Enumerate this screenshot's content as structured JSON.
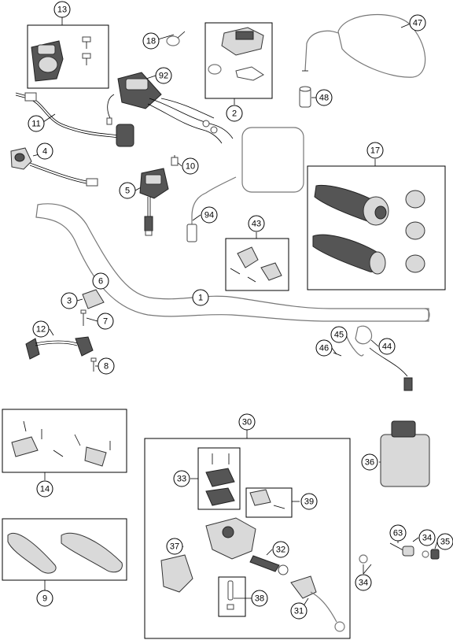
{
  "callouts": [
    {
      "id": "c13",
      "label": "13"
    },
    {
      "id": "c18",
      "label": "18"
    },
    {
      "id": "c92",
      "label": "92"
    },
    {
      "id": "c2",
      "label": "2"
    },
    {
      "id": "c47",
      "label": "47"
    },
    {
      "id": "c48",
      "label": "48"
    },
    {
      "id": "c11",
      "label": "11"
    },
    {
      "id": "c4",
      "label": "4"
    },
    {
      "id": "c10",
      "label": "10"
    },
    {
      "id": "c5",
      "label": "5"
    },
    {
      "id": "c94",
      "label": "94"
    },
    {
      "id": "c17",
      "label": "17"
    },
    {
      "id": "c43",
      "label": "43"
    },
    {
      "id": "c6",
      "label": "6"
    },
    {
      "id": "c3",
      "label": "3"
    },
    {
      "id": "c7",
      "label": "7"
    },
    {
      "id": "c1",
      "label": "1"
    },
    {
      "id": "c12",
      "label": "12"
    },
    {
      "id": "c8",
      "label": "8"
    },
    {
      "id": "c45",
      "label": "45"
    },
    {
      "id": "c46",
      "label": "46"
    },
    {
      "id": "c44",
      "label": "44"
    },
    {
      "id": "c14",
      "label": "14"
    },
    {
      "id": "c30",
      "label": "30"
    },
    {
      "id": "c36",
      "label": "36"
    },
    {
      "id": "c33",
      "label": "33"
    },
    {
      "id": "c39",
      "label": "39"
    },
    {
      "id": "c63",
      "label": "63"
    },
    {
      "id": "c34a",
      "label": "34"
    },
    {
      "id": "c35",
      "label": "35"
    },
    {
      "id": "c34b",
      "label": "34"
    },
    {
      "id": "c37",
      "label": "37"
    },
    {
      "id": "c32",
      "label": "32"
    },
    {
      "id": "c38",
      "label": "38"
    },
    {
      "id": "c31",
      "label": "31"
    },
    {
      "id": "c9",
      "label": "9"
    }
  ]
}
